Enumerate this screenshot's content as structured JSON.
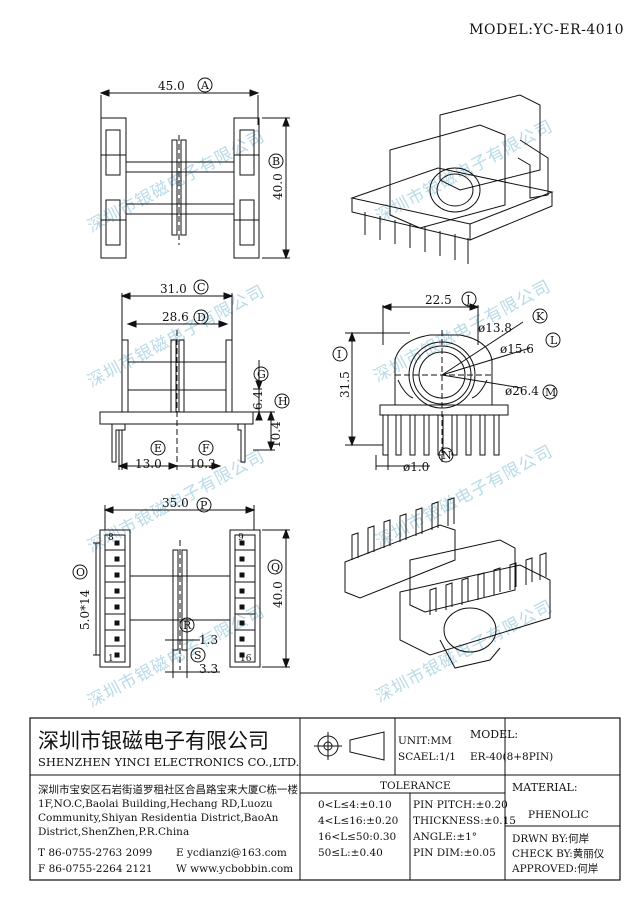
{
  "header": {
    "model": "MODEL:YC-ER-4010"
  },
  "watermark": "深圳市银磁电子有限公司",
  "dims": {
    "a_val": "45.0",
    "a_tag": "A",
    "b_val": "40.0",
    "b_tag": "B",
    "c_val": "31.0",
    "c_tag": "C",
    "d_val": "28.6",
    "d_tag": "D",
    "e_val": "13.0",
    "e_tag": "E",
    "f_val": "10.2",
    "f_tag": "F",
    "g_val": "6.4",
    "g_tag": "G",
    "h_val": "10.4",
    "h_tag": "H",
    "i_val": "31.5",
    "i_tag": "I",
    "j_val": "22.5",
    "j_tag": "J",
    "k_val": "ø13.8",
    "k_tag": "K",
    "l_val": "ø15.6",
    "l_tag": "L",
    "m_val": "ø26.4",
    "m_tag": "M",
    "n_val": "ø1.0",
    "n_tag": "N",
    "o_val": "5.0*14",
    "o_tag": "O",
    "p_val": "35.0",
    "p_tag": "P",
    "q_val": "40.0",
    "q_tag": "Q",
    "r_val": "1.3",
    "r_tag": "R",
    "s_val": "3.3",
    "s_tag": "S"
  },
  "pins": {
    "p8": "8",
    "p9": "9",
    "p1": "1",
    "p16": "16"
  },
  "titleblock": {
    "company_cn": "深圳市银磁电子有限公司",
    "company_en": "SHENZHEN YINCI ELECTRONICS CO.,LTD.",
    "address_cn": "深圳市宝安区石岩街道罗租社区合昌路宝来大厦C栋一楼",
    "address_en1": "1F,NO.C,Baolai Building,Hechang RD,Luozu",
    "address_en2": "Community,Shiyan Residentia District,BaoAn",
    "address_en3": "District,ShenZhen,P.R.China",
    "tel": "T 86-0755-2763 2099",
    "fax": "F 86-0755-2264 2121",
    "email": "E ycdianzi@163.com",
    "web": "W www.ycbobbin.com",
    "unit": "UNIT:MM",
    "scale": "SCAEL:1/1",
    "tolerance_title": "TOLERANCE",
    "tol1": "0<L≤4:±0.10",
    "tol2": "4<L≤16:±0.20",
    "tol3": "16<L≤50:0.30",
    "tol4": "50≤L:±0.40",
    "pin_pitch": "PIN PITCH:±0.20",
    "thickness": "THICKNESS:±0.15",
    "angle": "ANGLE:±1°",
    "pin_dim": "PIN DIM:±0.05",
    "model_label": "MODEL:",
    "model_value": "ER-40(8+8PIN)",
    "material_label": "MATERIAL:",
    "material_value": "PHENOLIC",
    "drawn": "DRWN BY:何岸",
    "check": "CHECK BY:黄丽仪",
    "approved": "APPROVED:何岸"
  }
}
